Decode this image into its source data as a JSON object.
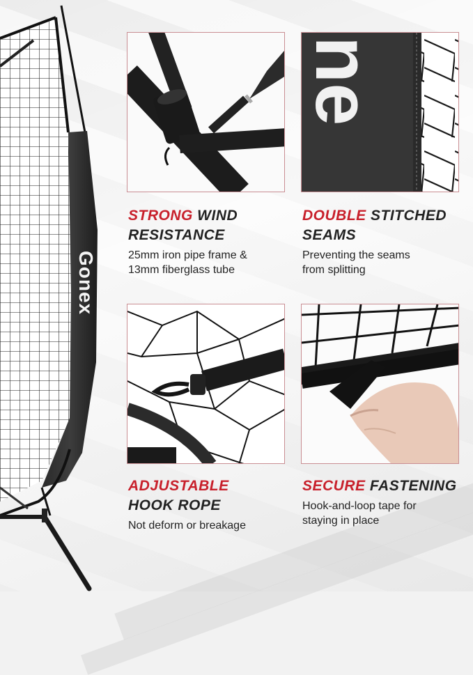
{
  "brand": {
    "name": "Gonex"
  },
  "colors": {
    "accent": "#c8202b",
    "text": "#222222",
    "panel_border": "#c98d92"
  },
  "features": [
    {
      "title_accent": "STRONG",
      "title_rest": " WIND",
      "title_line2": "RESISTANCE",
      "desc_line1": "25mm iron pipe frame &",
      "desc_line2": "13mm fiberglass tube",
      "image": "frame-joint-photo"
    },
    {
      "title_accent": "DOUBLE",
      "title_rest": " STITCHED",
      "title_line2": "SEAMS",
      "desc_line1": "Preventing the seams",
      "desc_line2": "from splitting",
      "image": "stitched-seam-photo",
      "image_text": "ne"
    },
    {
      "title_accent": "ADJUSTABLE",
      "title_rest": "",
      "title_line2": "HOOK ROPE",
      "desc_line1": "Not deform or breakage",
      "desc_line2": "",
      "image": "hook-rope-photo"
    },
    {
      "title_accent": "SECURE",
      "title_rest": " FASTENING",
      "title_line2": "",
      "desc_line1": "Hook-and-loop tape for",
      "desc_line2": "staying in place",
      "image": "velcro-fastening-photo"
    }
  ]
}
